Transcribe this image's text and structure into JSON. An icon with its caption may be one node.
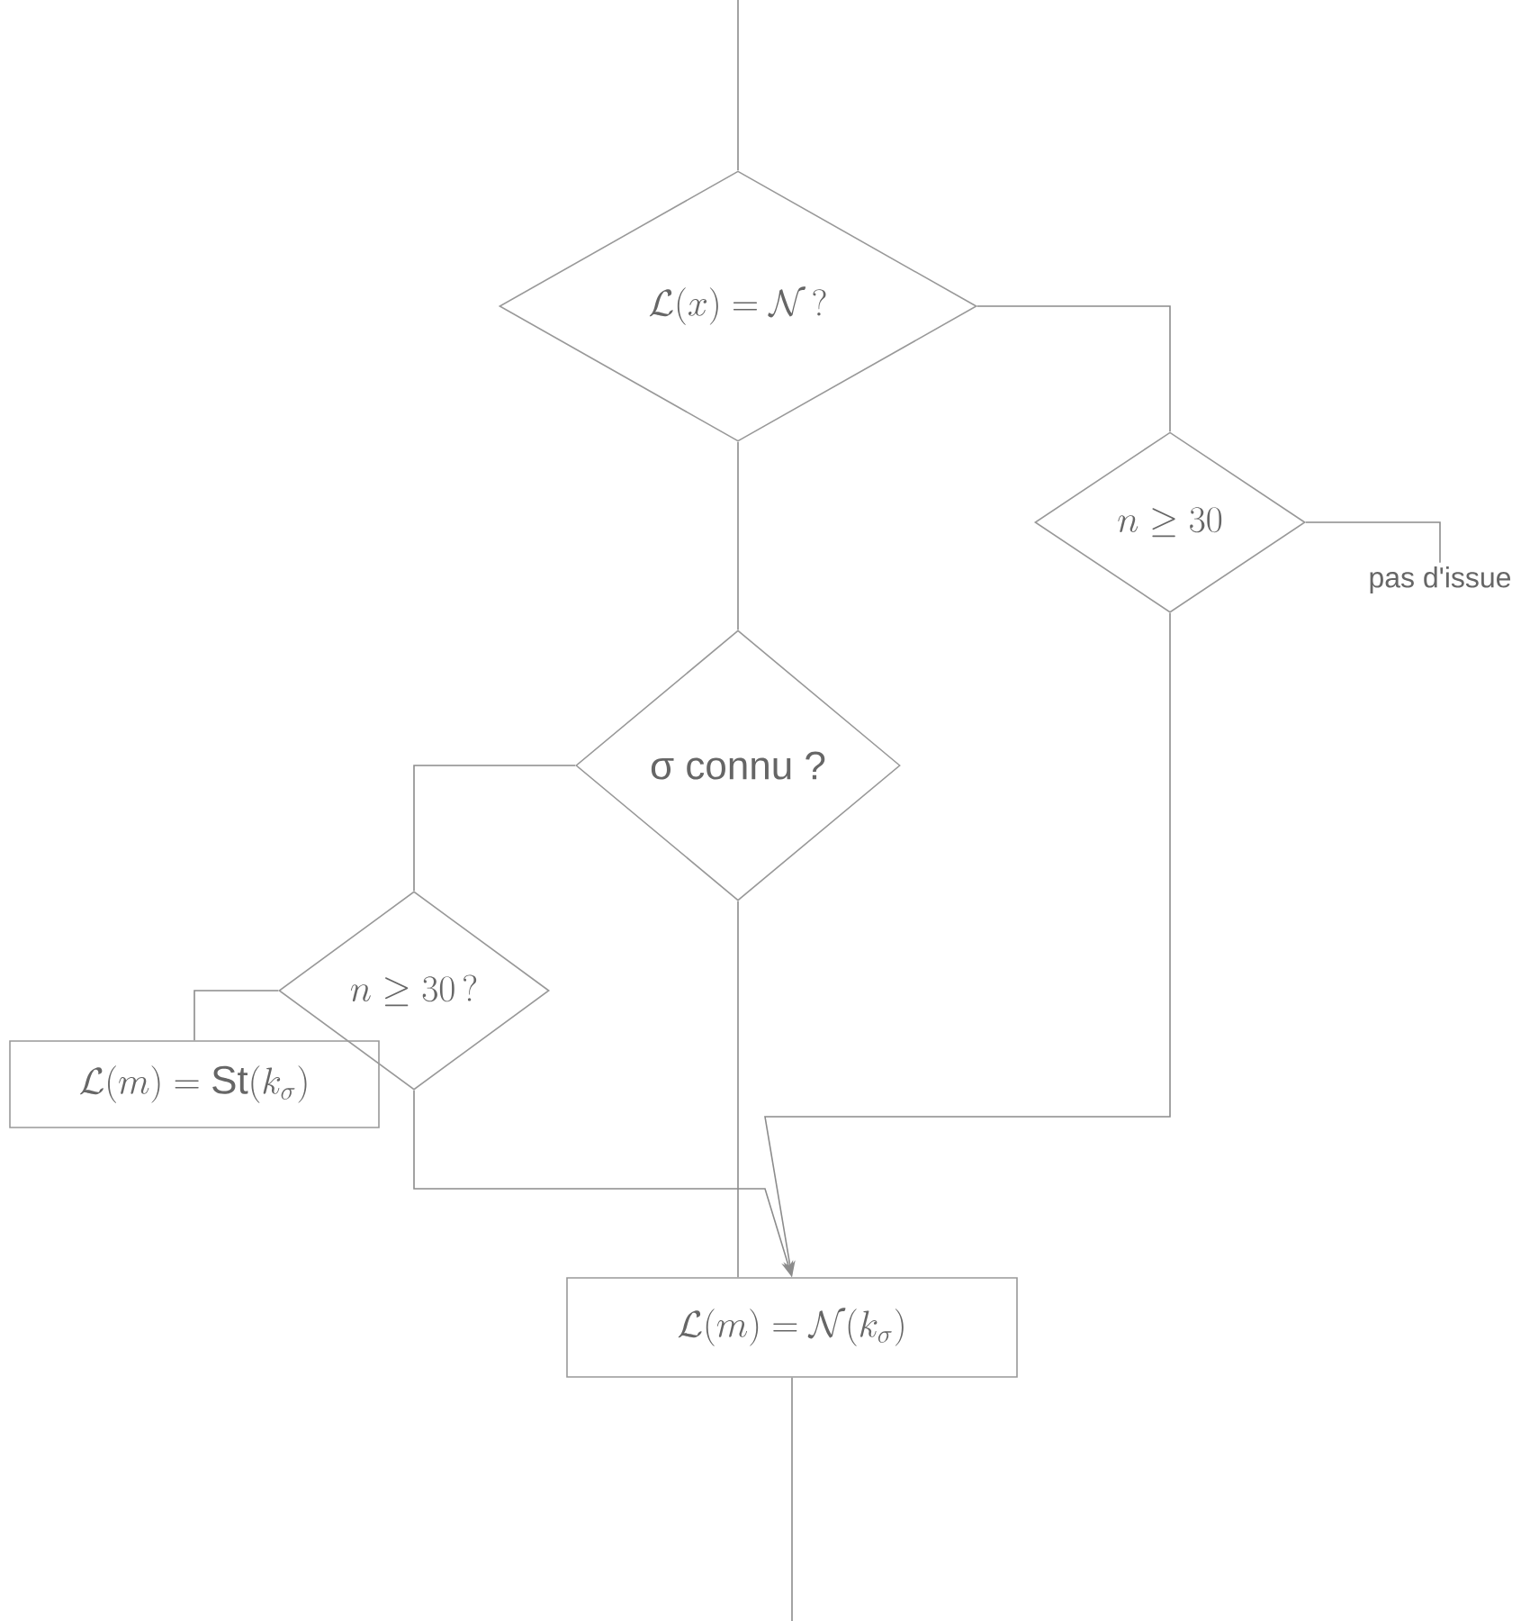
{
  "diagram": {
    "nodes": [
      {
        "text": [
          "\\mathcal{L}(x)=\\mathcal{N}\\,?"
        ]
      },
      {
        "text": [
          "n \\geq 30"
        ]
      },
      {
        "text": [
          "pas d'issue"
        ]
      },
      {
        "text": [
          "σ connu ?"
        ]
      },
      {
        "text": [
          "n \\geq 30\\,?"
        ]
      },
      {
        "text": [
          "\\mathcal{L}(m)=\\mathrm{St}(k_{\\sigma})"
        ]
      },
      {
        "text": [
          "\\mathcal{L}(m)=\\mathcal{N}(k_{\\sigma})"
        ]
      }
    ],
    "edges": [
      {
        "from": null,
        "to": 0,
        "arrow": "none"
      },
      {
        "from": 0,
        "to": 1,
        "arrow": "none"
      },
      {
        "from": 1,
        "to": 2,
        "arrow": "none"
      },
      {
        "from": 0,
        "to": 3,
        "arrow": "none"
      },
      {
        "from": 3,
        "to": 4,
        "arrow": "none"
      },
      {
        "from": 4,
        "to": 5,
        "arrow": "none"
      },
      {
        "from": 4,
        "to": 6,
        "arrow": "to"
      },
      {
        "from": 1,
        "to": 6,
        "arrow": "to"
      },
      {
        "from": 3,
        "to": 6,
        "arrow": "none"
      },
      {
        "from": 6,
        "to": null,
        "arrow": "none"
      }
    ]
  }
}
